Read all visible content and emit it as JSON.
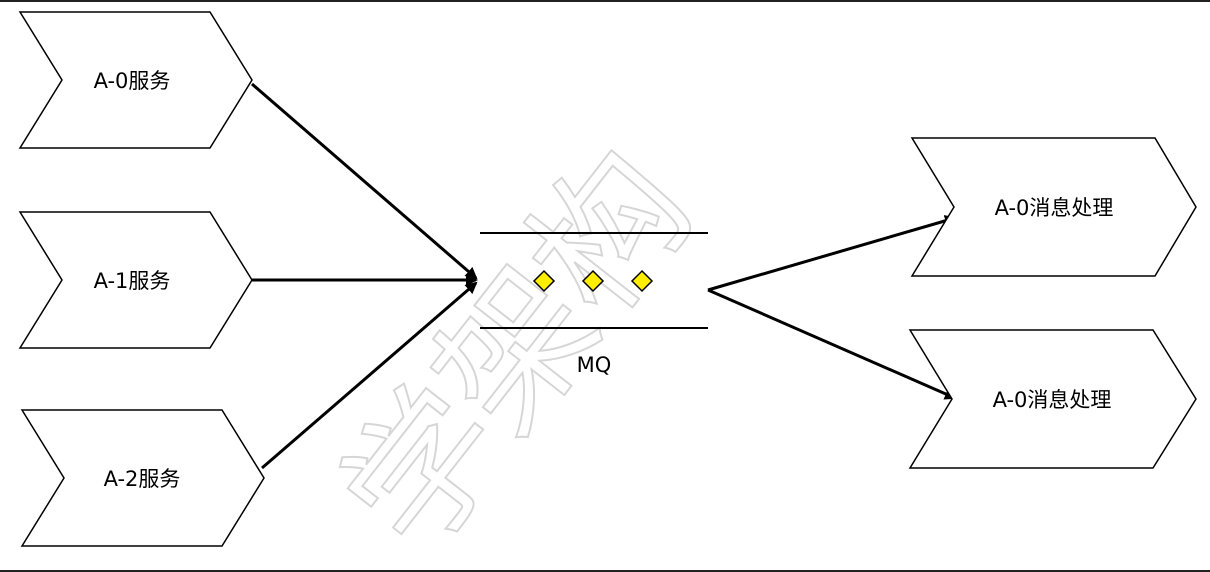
{
  "sources": [
    {
      "label": "A-0服务"
    },
    {
      "label": "A-1服务"
    },
    {
      "label": "A-2服务"
    }
  ],
  "queue": {
    "label": "MQ",
    "message_count": 3,
    "message_color": "#ffee00"
  },
  "consumers": [
    {
      "label": "A-0消息处理"
    },
    {
      "label": "A-0消息处理"
    }
  ],
  "watermark": "学架构",
  "colors": {
    "line": "#000000",
    "shape_fill": "#ffffff",
    "frame": "#222222"
  }
}
